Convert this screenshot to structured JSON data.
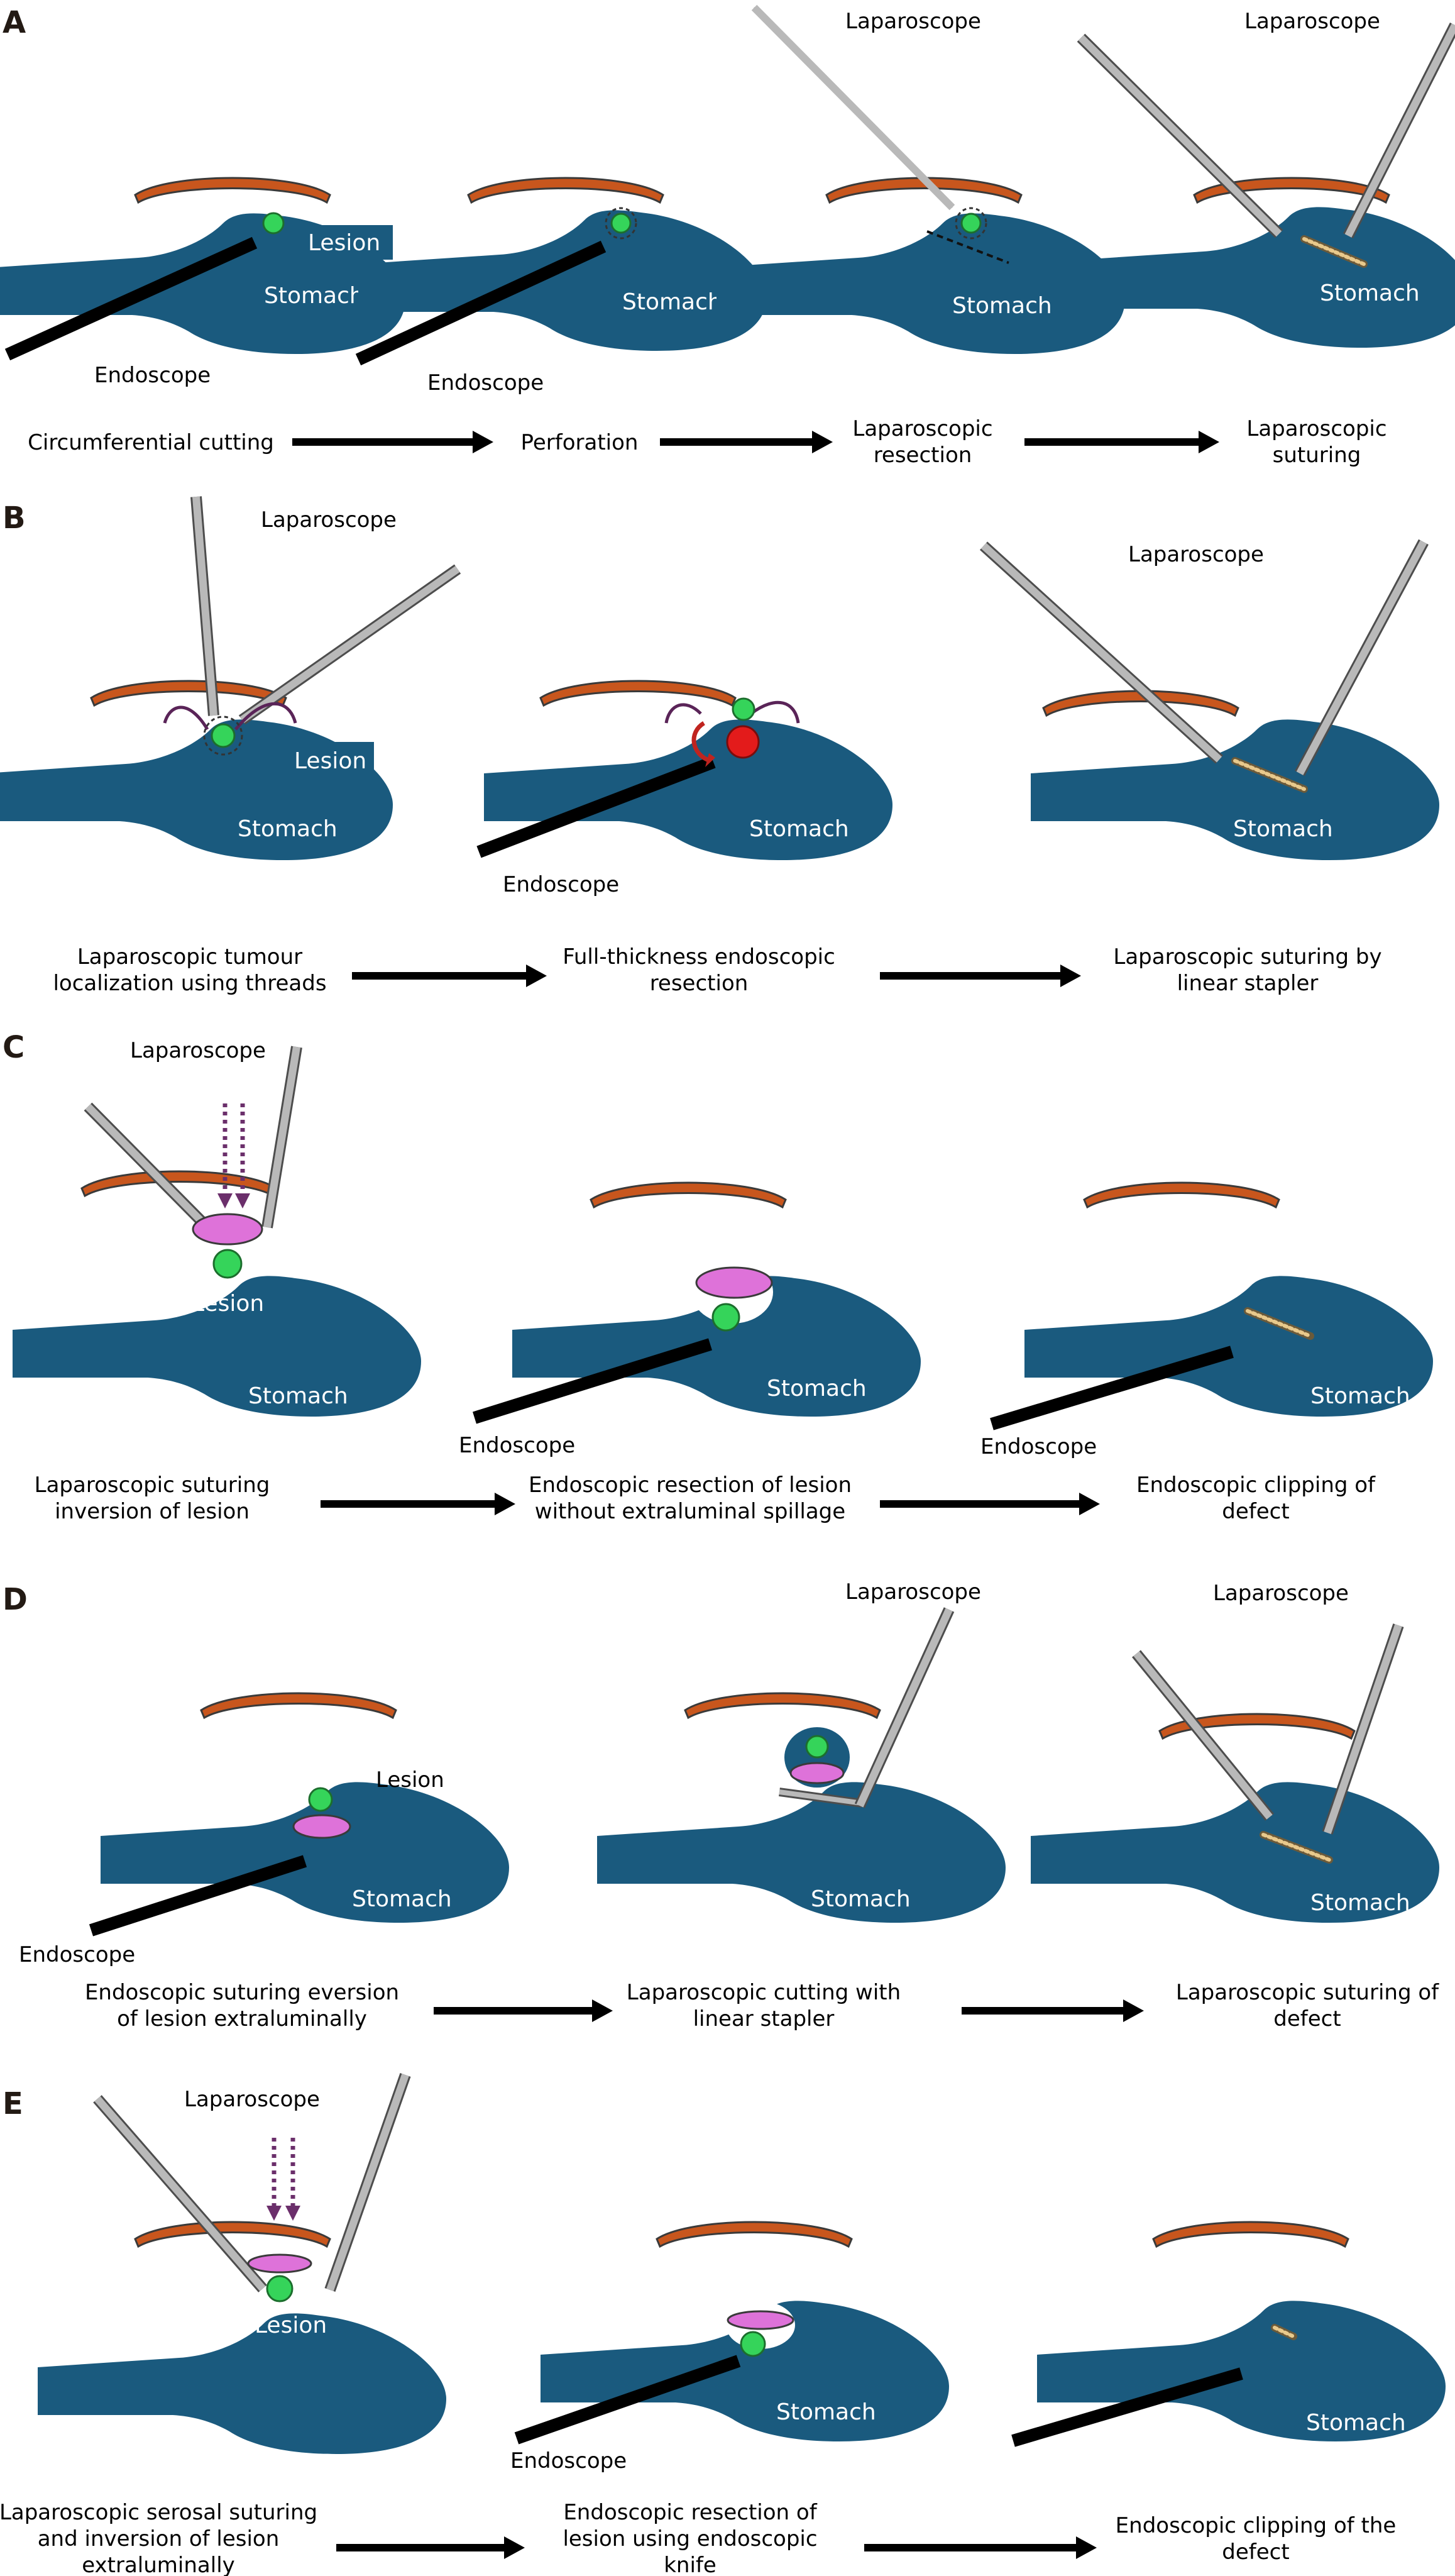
{
  "sections": {
    "A": {
      "letter": "A",
      "labels": {
        "lesion": "Lesion",
        "stomach": "Stomach",
        "endoscope": "Endoscope",
        "laparoscope": "Laparoscope"
      },
      "steps": [
        [
          "Circumferential cutting"
        ],
        [
          "Perforation"
        ],
        [
          "Laparoscopic",
          "resection"
        ],
        [
          "Laparoscopic",
          "suturing"
        ]
      ]
    },
    "B": {
      "letter": "B",
      "labels": {
        "lesion": "Lesion",
        "stomach": "Stomach",
        "endoscope": "Endoscope",
        "laparoscope": "Laparoscope"
      },
      "steps": [
        [
          "Laparoscopic tumour",
          "localization using threads"
        ],
        [
          "Full-thickness endoscopic",
          "resection"
        ],
        [
          "Laparoscopic suturing by",
          "linear stapler"
        ]
      ]
    },
    "C": {
      "letter": "C",
      "labels": {
        "lesion": "Lesion",
        "stomach": "Stomach",
        "endoscope": "Endoscope",
        "laparoscope": "Laparoscope"
      },
      "steps": [
        [
          "Laparoscopic suturing",
          "inversion of lesion"
        ],
        [
          "Endoscopic resection of lesion",
          "without extraluminal spillage"
        ],
        [
          "Endoscopic clipping of",
          "defect"
        ]
      ]
    },
    "D": {
      "letter": "D",
      "labels": {
        "lesion": "Lesion",
        "stomach": "Stomach",
        "endoscope": "Endoscope",
        "laparoscope": "Laparoscope"
      },
      "steps": [
        [
          "Endoscopic suturing eversion",
          "of lesion  extraluminally"
        ],
        [
          "Laparoscopic cutting with",
          "linear stapler"
        ],
        [
          "Laparoscopic suturing of",
          "defect"
        ]
      ]
    },
    "E": {
      "letter": "E",
      "labels": {
        "lesion": "Lesion",
        "stomach": "Stomach",
        "endoscope": "Endoscope",
        "laparoscope": "Laparoscope"
      },
      "steps": [
        [
          "Laparoscopic serosal suturing",
          "and inversion of lesion",
          "extraluminally"
        ],
        [
          "Endoscopic resection of",
          "lesion using endoscopic",
          "knife"
        ],
        [
          "Endoscopic clipping of the",
          "defect"
        ]
      ]
    }
  }
}
